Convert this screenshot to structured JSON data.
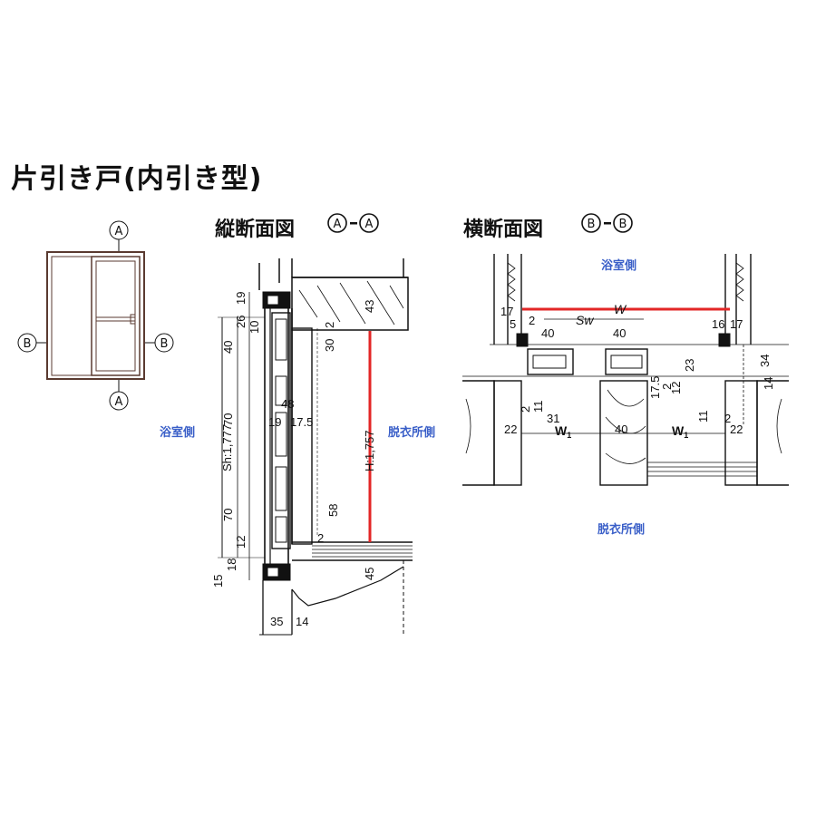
{
  "title": "片引き戸(内引き型)",
  "elevation": {
    "markers": {
      "top": "A",
      "bottom": "A",
      "left": "B",
      "right": "B"
    }
  },
  "vertical_section": {
    "title": "縦断面図",
    "marker_start": "A",
    "marker_end": "A",
    "bathroom_label": "浴室側",
    "dressing_label": "脱衣所側",
    "sh_label": "Sh:1,777",
    "h_label": "H:1,757",
    "dims": [
      "19",
      "26",
      "10",
      "40",
      "43",
      "30",
      "2",
      "48",
      "19",
      "17.5",
      "70",
      "58",
      "70",
      "12",
      "18",
      "15",
      "2",
      "45",
      "35",
      "14"
    ]
  },
  "horizontal_section": {
    "title": "横断面図",
    "marker_start": "B",
    "marker_end": "B",
    "bathroom_label": "浴室側",
    "dressing_label": "脱衣所側",
    "w_label": "W",
    "sw_label": "Sw",
    "w1_label": "W",
    "w1_sub": "1",
    "dims": [
      "17",
      "5",
      "2",
      "40",
      "40",
      "16",
      "17",
      "34",
      "23",
      "17.5",
      "2",
      "12",
      "14",
      "2",
      "11",
      "31",
      "22",
      "40",
      "11",
      "2",
      "22"
    ]
  },
  "colors": {
    "red_line": "#e32626",
    "label_blue": "#3a5fc8",
    "frame": "#5a3a30"
  }
}
